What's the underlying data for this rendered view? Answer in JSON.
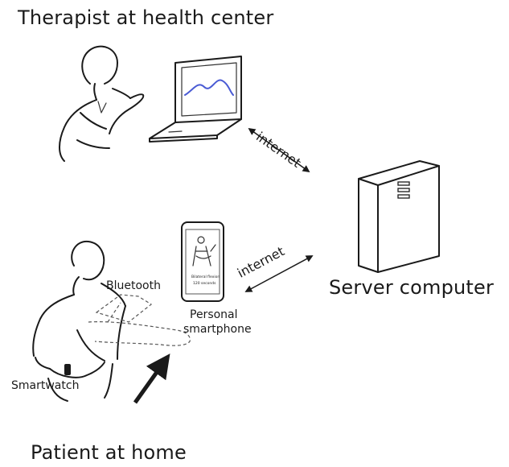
{
  "labels": {
    "therapist": "Therapist at health center",
    "server": "Server computer",
    "patient": "Patient at home",
    "internet_top": "internet",
    "internet_bottom": "internet",
    "bluetooth": "Bluetooth",
    "smartwatch": "Smartwatch",
    "smartphone_line1": "Personal",
    "smartphone_line2": "smartphone",
    "phone_screen_line1": "Bilateral flexion",
    "phone_screen_line2": "120 seconds"
  },
  "icons": {
    "therapist": "therapist-figure-icon",
    "laptop": "laptop-icon",
    "server": "server-tower-icon",
    "phone": "smartphone-icon",
    "patient": "patient-figure-icon",
    "watch": "smartwatch-icon"
  },
  "colors": {
    "chart_line": "#4a5bd4",
    "ink": "#1a1a1a"
  }
}
